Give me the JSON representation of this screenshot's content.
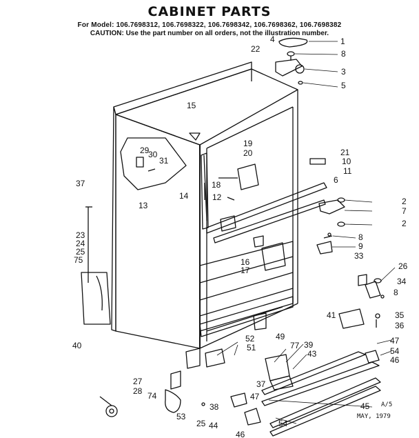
{
  "header": {
    "title": "CABINET PARTS",
    "models": "For Model: 106.7698312, 106.7698322, 106.7698342, 106.7698362, 106.7698382",
    "caution": "CAUTION: Use the part number on all orders, not the illustration number."
  },
  "stamp": {
    "code": "A/5",
    "date": "MAY, 1979"
  },
  "callouts": [
    "1",
    "2",
    "2",
    "3",
    "4",
    "5",
    "6",
    "7",
    "8",
    "8",
    "8",
    "9",
    "10",
    "11",
    "12",
    "13",
    "14",
    "15",
    "16",
    "17",
    "18",
    "19",
    "20",
    "21",
    "22",
    "23",
    "24",
    "25",
    "25",
    "26",
    "27",
    "28",
    "29",
    "30",
    "31",
    "33",
    "34",
    "35",
    "36",
    "37",
    "37",
    "38",
    "39",
    "40",
    "41",
    "43",
    "44",
    "45",
    "46",
    "46",
    "47",
    "47",
    "49",
    "51",
    "52",
    "53",
    "54",
    "54",
    "74",
    "75",
    "77"
  ]
}
